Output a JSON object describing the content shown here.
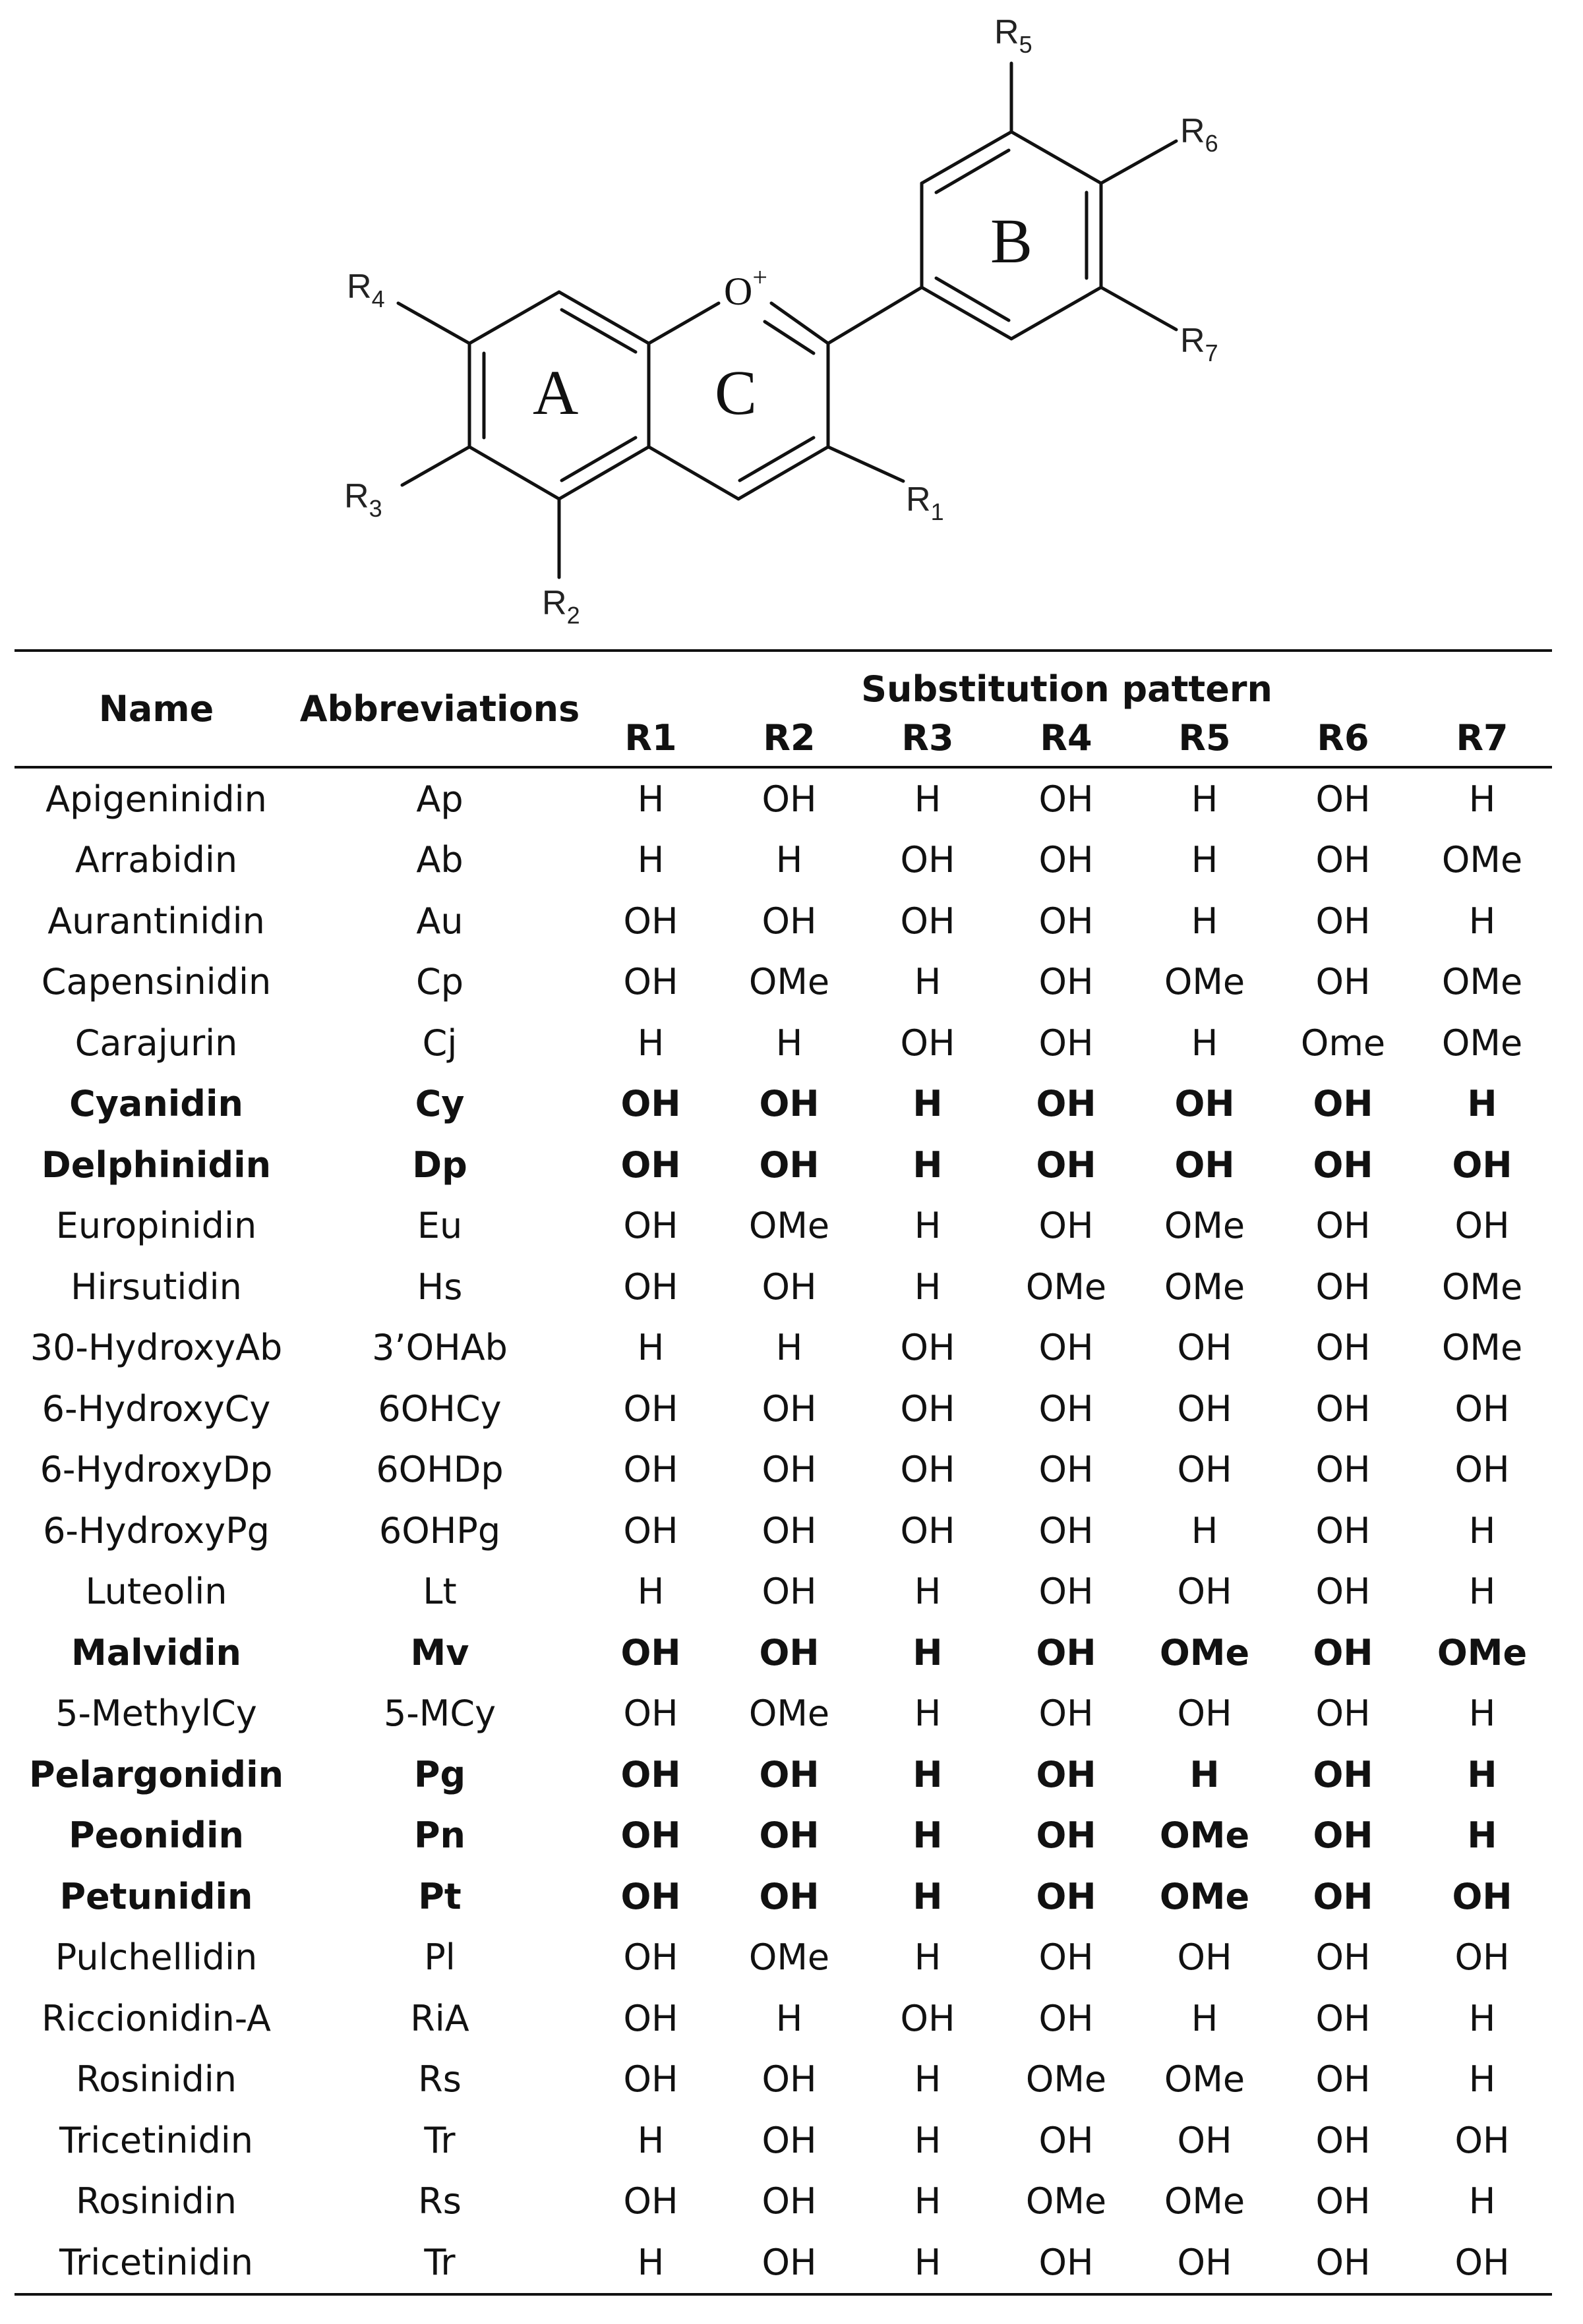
{
  "structure": {
    "ring_labels": {
      "a": "A",
      "b": "B",
      "c": "C"
    },
    "oxygen": "O",
    "oxygen_charge": "+",
    "substituents": [
      {
        "id": "R1",
        "letter": "R",
        "sub": "1"
      },
      {
        "id": "R2",
        "letter": "R",
        "sub": "2"
      },
      {
        "id": "R3",
        "letter": "R",
        "sub": "3"
      },
      {
        "id": "R4",
        "letter": "R",
        "sub": "4"
      },
      {
        "id": "R5",
        "letter": "R",
        "sub": "5"
      },
      {
        "id": "R6",
        "letter": "R",
        "sub": "6"
      },
      {
        "id": "R7",
        "letter": "R",
        "sub": "7"
      }
    ]
  },
  "table": {
    "headers": {
      "name": "Name",
      "abbreviations": "Abbreviations",
      "group": "Substitution pattern",
      "positions": [
        "R1",
        "R2",
        "R3",
        "R4",
        "R5",
        "R6",
        "R7"
      ]
    },
    "rows": [
      {
        "name": "Apigeninidin",
        "abbr": "Ap",
        "bold": false,
        "values": [
          "H",
          "OH",
          "H",
          "OH",
          "H",
          "OH",
          "H"
        ]
      },
      {
        "name": "Arrabidin",
        "abbr": "Ab",
        "bold": false,
        "values": [
          "H",
          "H",
          "OH",
          "OH",
          "H",
          "OH",
          "OMe"
        ]
      },
      {
        "name": "Aurantinidin",
        "abbr": "Au",
        "bold": false,
        "values": [
          "OH",
          "OH",
          "OH",
          "OH",
          "H",
          "OH",
          "H"
        ]
      },
      {
        "name": "Capensinidin",
        "abbr": "Cp",
        "bold": false,
        "values": [
          "OH",
          "OMe",
          "H",
          "OH",
          "OMe",
          "OH",
          "OMe"
        ]
      },
      {
        "name": "Carajurin",
        "abbr": "Cj",
        "bold": false,
        "values": [
          "H",
          "H",
          "OH",
          "OH",
          "H",
          "Ome",
          "OMe"
        ]
      },
      {
        "name": "Cyanidin",
        "abbr": "Cy",
        "bold": true,
        "values": [
          "OH",
          "OH",
          "H",
          "OH",
          "OH",
          "OH",
          "H"
        ]
      },
      {
        "name": "Delphinidin",
        "abbr": "Dp",
        "bold": true,
        "values": [
          "OH",
          "OH",
          "H",
          "OH",
          "OH",
          "OH",
          "OH"
        ]
      },
      {
        "name": "Europinidin",
        "abbr": "Eu",
        "bold": false,
        "values": [
          "OH",
          "OMe",
          "H",
          "OH",
          "OMe",
          "OH",
          "OH"
        ]
      },
      {
        "name": "Hirsutidin",
        "abbr": "Hs",
        "bold": false,
        "values": [
          "OH",
          "OH",
          "H",
          "OMe",
          "OMe",
          "OH",
          "OMe"
        ]
      },
      {
        "name": "30-HydroxyAb",
        "abbr": "3’OHAb",
        "bold": false,
        "values": [
          "H",
          "H",
          "OH",
          "OH",
          "OH",
          "OH",
          "OMe"
        ]
      },
      {
        "name": "6-HydroxyCy",
        "abbr": "6OHCy",
        "bold": false,
        "values": [
          "OH",
          "OH",
          "OH",
          "OH",
          "OH",
          "OH",
          "OH"
        ]
      },
      {
        "name": "6-HydroxyDp",
        "abbr": "6OHDp",
        "bold": false,
        "values": [
          "OH",
          "OH",
          "OH",
          "OH",
          "OH",
          "OH",
          "OH"
        ]
      },
      {
        "name": "6-HydroxyPg",
        "abbr": "6OHPg",
        "bold": false,
        "values": [
          "OH",
          "OH",
          "OH",
          "OH",
          "H",
          "OH",
          "H"
        ]
      },
      {
        "name": "Luteolin",
        "abbr": "Lt",
        "bold": false,
        "values": [
          "H",
          "OH",
          "H",
          "OH",
          "OH",
          "OH",
          "H"
        ]
      },
      {
        "name": "Malvidin",
        "abbr": "Mv",
        "bold": true,
        "values": [
          "OH",
          "OH",
          "H",
          "OH",
          "OMe",
          "OH",
          "OMe"
        ]
      },
      {
        "name": "5-MethylCy",
        "abbr": "5-MCy",
        "bold": false,
        "values": [
          "OH",
          "OMe",
          "H",
          "OH",
          "OH",
          "OH",
          "H"
        ]
      },
      {
        "name": "Pelargonidin",
        "abbr": "Pg",
        "bold": true,
        "values": [
          "OH",
          "OH",
          "H",
          "OH",
          "H",
          "OH",
          "H"
        ]
      },
      {
        "name": "Peonidin",
        "abbr": "Pn",
        "bold": true,
        "values": [
          "OH",
          "OH",
          "H",
          "OH",
          "OMe",
          "OH",
          "H"
        ]
      },
      {
        "name": "Petunidin",
        "abbr": "Pt",
        "bold": true,
        "values": [
          "OH",
          "OH",
          "H",
          "OH",
          "OMe",
          "OH",
          "OH"
        ]
      },
      {
        "name": "Pulchellidin",
        "abbr": "Pl",
        "bold": false,
        "values": [
          "OH",
          "OMe",
          "H",
          "OH",
          "OH",
          "OH",
          "OH"
        ]
      },
      {
        "name": "Riccionidin-A",
        "abbr": "RiA",
        "bold": false,
        "values": [
          "OH",
          "H",
          "OH",
          "OH",
          "H",
          "OH",
          "H"
        ]
      },
      {
        "name": "Rosinidin",
        "abbr": "Rs",
        "bold": false,
        "values": [
          "OH",
          "OH",
          "H",
          "OMe",
          "OMe",
          "OH",
          "H"
        ]
      },
      {
        "name": "Tricetinidin",
        "abbr": "Tr",
        "bold": false,
        "values": [
          "H",
          "OH",
          "H",
          "OH",
          "OH",
          "OH",
          "OH"
        ]
      },
      {
        "name": "Rosinidin",
        "abbr": "Rs",
        "bold": false,
        "values": [
          "OH",
          "OH",
          "H",
          "OMe",
          "OMe",
          "OH",
          "H"
        ]
      },
      {
        "name": "Tricetinidin",
        "abbr": "Tr",
        "bold": false,
        "values": [
          "H",
          "OH",
          "H",
          "OH",
          "OH",
          "OH",
          "OH"
        ]
      }
    ]
  }
}
